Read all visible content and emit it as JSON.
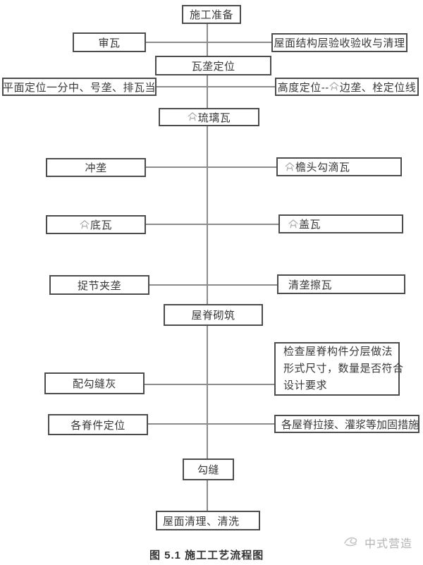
{
  "caption": "图 5.1  施工工艺流程图",
  "watermark": {
    "label": "中式营造",
    "icon": "brush-swoosh-icon",
    "color": "#b3b3b3"
  },
  "colors": {
    "box_border": "#4c4c4c",
    "connector_line": "#8c8c8c",
    "text": "#383838",
    "watermark_gray": "#9b9b9b"
  },
  "nodes": {
    "prep": {
      "label": "施工准备"
    },
    "review_tiles": {
      "label": "审瓦"
    },
    "roof_acceptance": {
      "label": "屋面结构层验收验收与清理"
    },
    "tile_ridge_layout": {
      "label": "瓦垄定位"
    },
    "plane_positioning": {
      "label": "平面定位一分中、号垄、排瓦当"
    },
    "height_positioning": {
      "label_before": "高度定位--",
      "label_after": "边垄、栓定位线",
      "has_watermark_mark": true
    },
    "glazed_tiles": {
      "label": "琉璃瓦",
      "has_watermark_mark": true
    },
    "chonglong": {
      "label": "冲垄"
    },
    "eaves_drip_tiles": {
      "label": "檐头勾滴瓦",
      "has_watermark_mark": true
    },
    "bottom_tiles": {
      "label": "底瓦",
      "has_watermark_mark": true
    },
    "cover_tiles": {
      "label": "盖瓦",
      "has_watermark_mark": true
    },
    "joint_ridging": {
      "label": "捉节夹垄"
    },
    "clean_ridge_wipe_tiles": {
      "label": "清垄擦瓦"
    },
    "ridge_masonry": {
      "label": "屋脊砌筑"
    },
    "check_ridge": {
      "lines": [
        "检查屋脊构件分层做法",
        "形式尺寸，数量是否符合",
        "设计要求"
      ]
    },
    "pointing_mortar_mix": {
      "label": "配勾缝灰"
    },
    "ridge_parts_positioning": {
      "label": "各脊件定位"
    },
    "ridge_reinforcement": {
      "label": "各屋脊拉接、灌浆等加固措施"
    },
    "pointing": {
      "label": "勾缝"
    },
    "roof_cleaning": {
      "label": "屋面清理、清洗"
    }
  }
}
